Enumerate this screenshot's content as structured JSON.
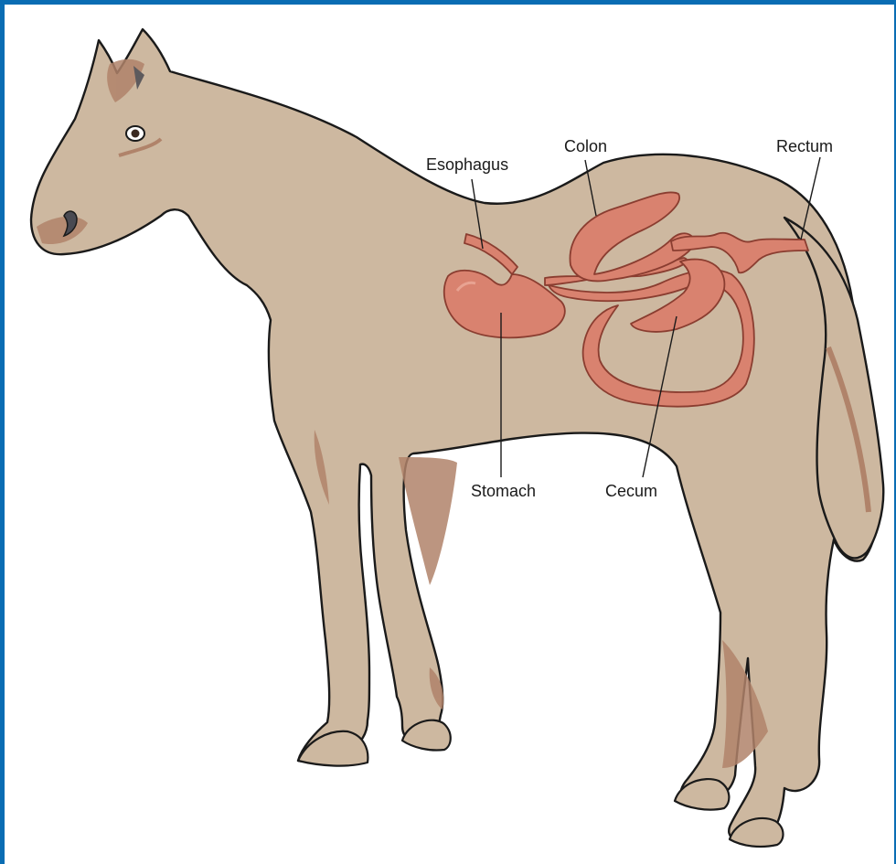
{
  "diagram": {
    "labels": {
      "esophagus": "Esophagus",
      "colon": "Colon",
      "rectum": "Rectum",
      "stomach": "Stomach",
      "cecum": "Cecum"
    },
    "colors": {
      "frame": "#0a6db3",
      "coat": "#cdb8a0",
      "coat_shade": "#b0836a",
      "organ": "#d9826f",
      "organ_light": "#e8a392",
      "outline": "#1a1a1a"
    }
  }
}
